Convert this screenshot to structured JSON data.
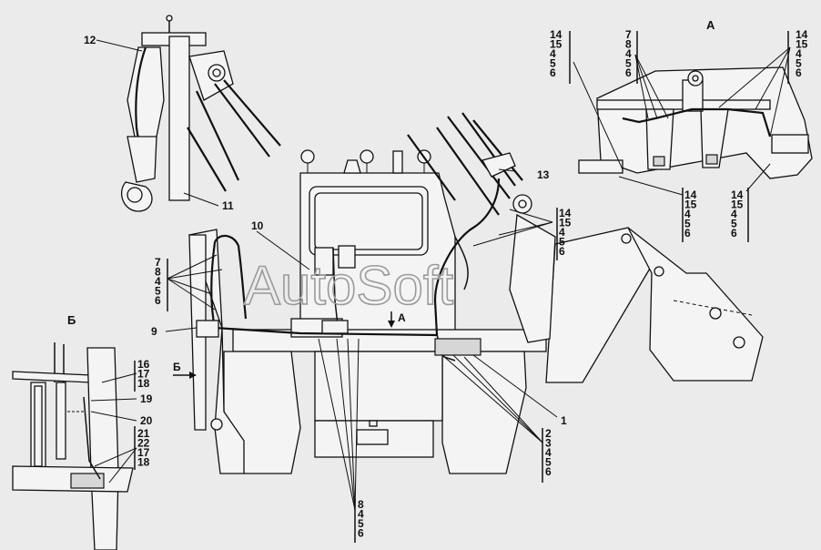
{
  "watermark": "AutoSoft",
  "views": {
    "view_a": "А",
    "view_b": "Б",
    "arrow_a": "А",
    "arrow_b": "Б"
  },
  "callouts": {
    "c12": "12",
    "c11": "11",
    "c10": "10",
    "c13": "13",
    "c9": "9",
    "c1": "1",
    "c19": "19",
    "c20": "20"
  },
  "groups": {
    "mid_left": [
      "7",
      "8",
      "4",
      "5",
      "6"
    ],
    "cab_right": [
      "14",
      "15",
      "4",
      "5",
      "6"
    ],
    "bottom_right": [
      "2",
      "3",
      "4",
      "5",
      "6"
    ],
    "bottom_center": [
      "8",
      "4",
      "5",
      "6"
    ],
    "b_top": [
      "16",
      "17",
      "18"
    ],
    "b_bottom": [
      "21",
      "22",
      "17",
      "18"
    ],
    "a_left": [
      "14",
      "15",
      "4",
      "5",
      "6"
    ],
    "a_mid": [
      "7",
      "8",
      "4",
      "5",
      "6"
    ],
    "a_right": [
      "14",
      "15",
      "4",
      "5",
      "6"
    ],
    "a_bottom_mid": [
      "14",
      "15",
      "4",
      "5",
      "6"
    ],
    "a_bottom_right": [
      "14",
      "15",
      "4",
      "5",
      "6"
    ]
  }
}
